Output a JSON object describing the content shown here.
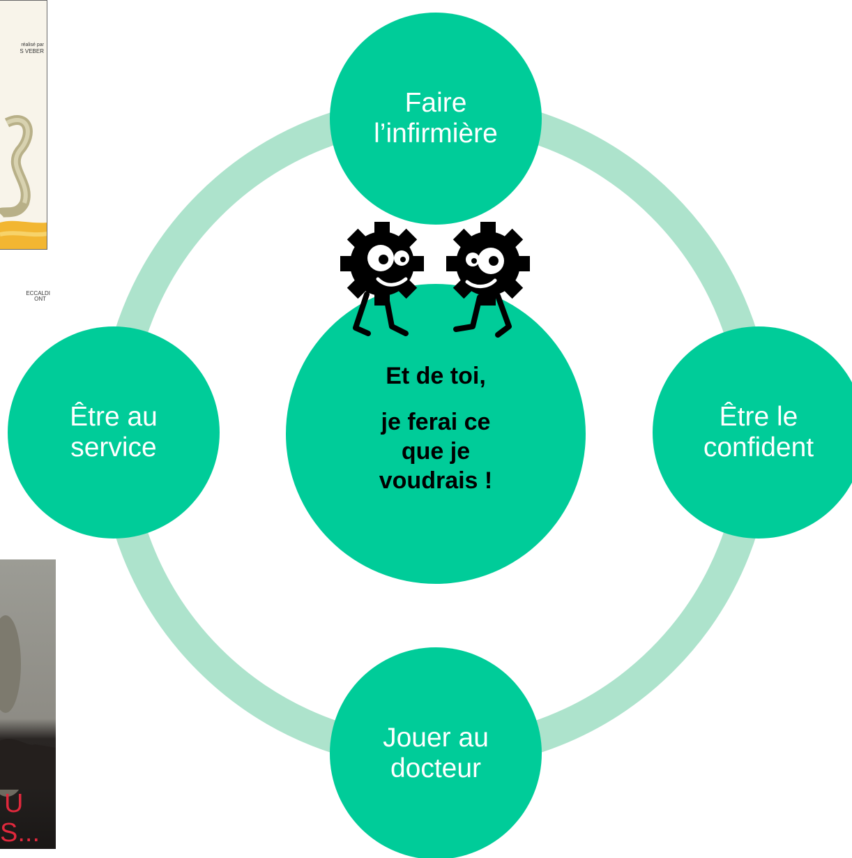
{
  "colors": {
    "node": "#00cc99",
    "ring": "#ade3cc",
    "text_light": "#ffffff",
    "text_dark": "#000000"
  },
  "poster_top": {
    "credit_line1": "réalisé par",
    "credit_line2": "S VEBER",
    "names_line1": "ECCALDI",
    "names_line2": "ONT"
  },
  "poster_bottom": {
    "line1": "U",
    "line2": "S..."
  },
  "mascot": {
    "icon": "gear-characters-icon"
  },
  "nodes": {
    "top": "Faire l’infirmière",
    "left": "Être au service",
    "right": "Être le confident",
    "bottom": "Jouer au docteur"
  },
  "center": {
    "line1": "Et de toi,",
    "line2": "je ferai ce",
    "line3": "que je",
    "line4": "voudrais !"
  }
}
